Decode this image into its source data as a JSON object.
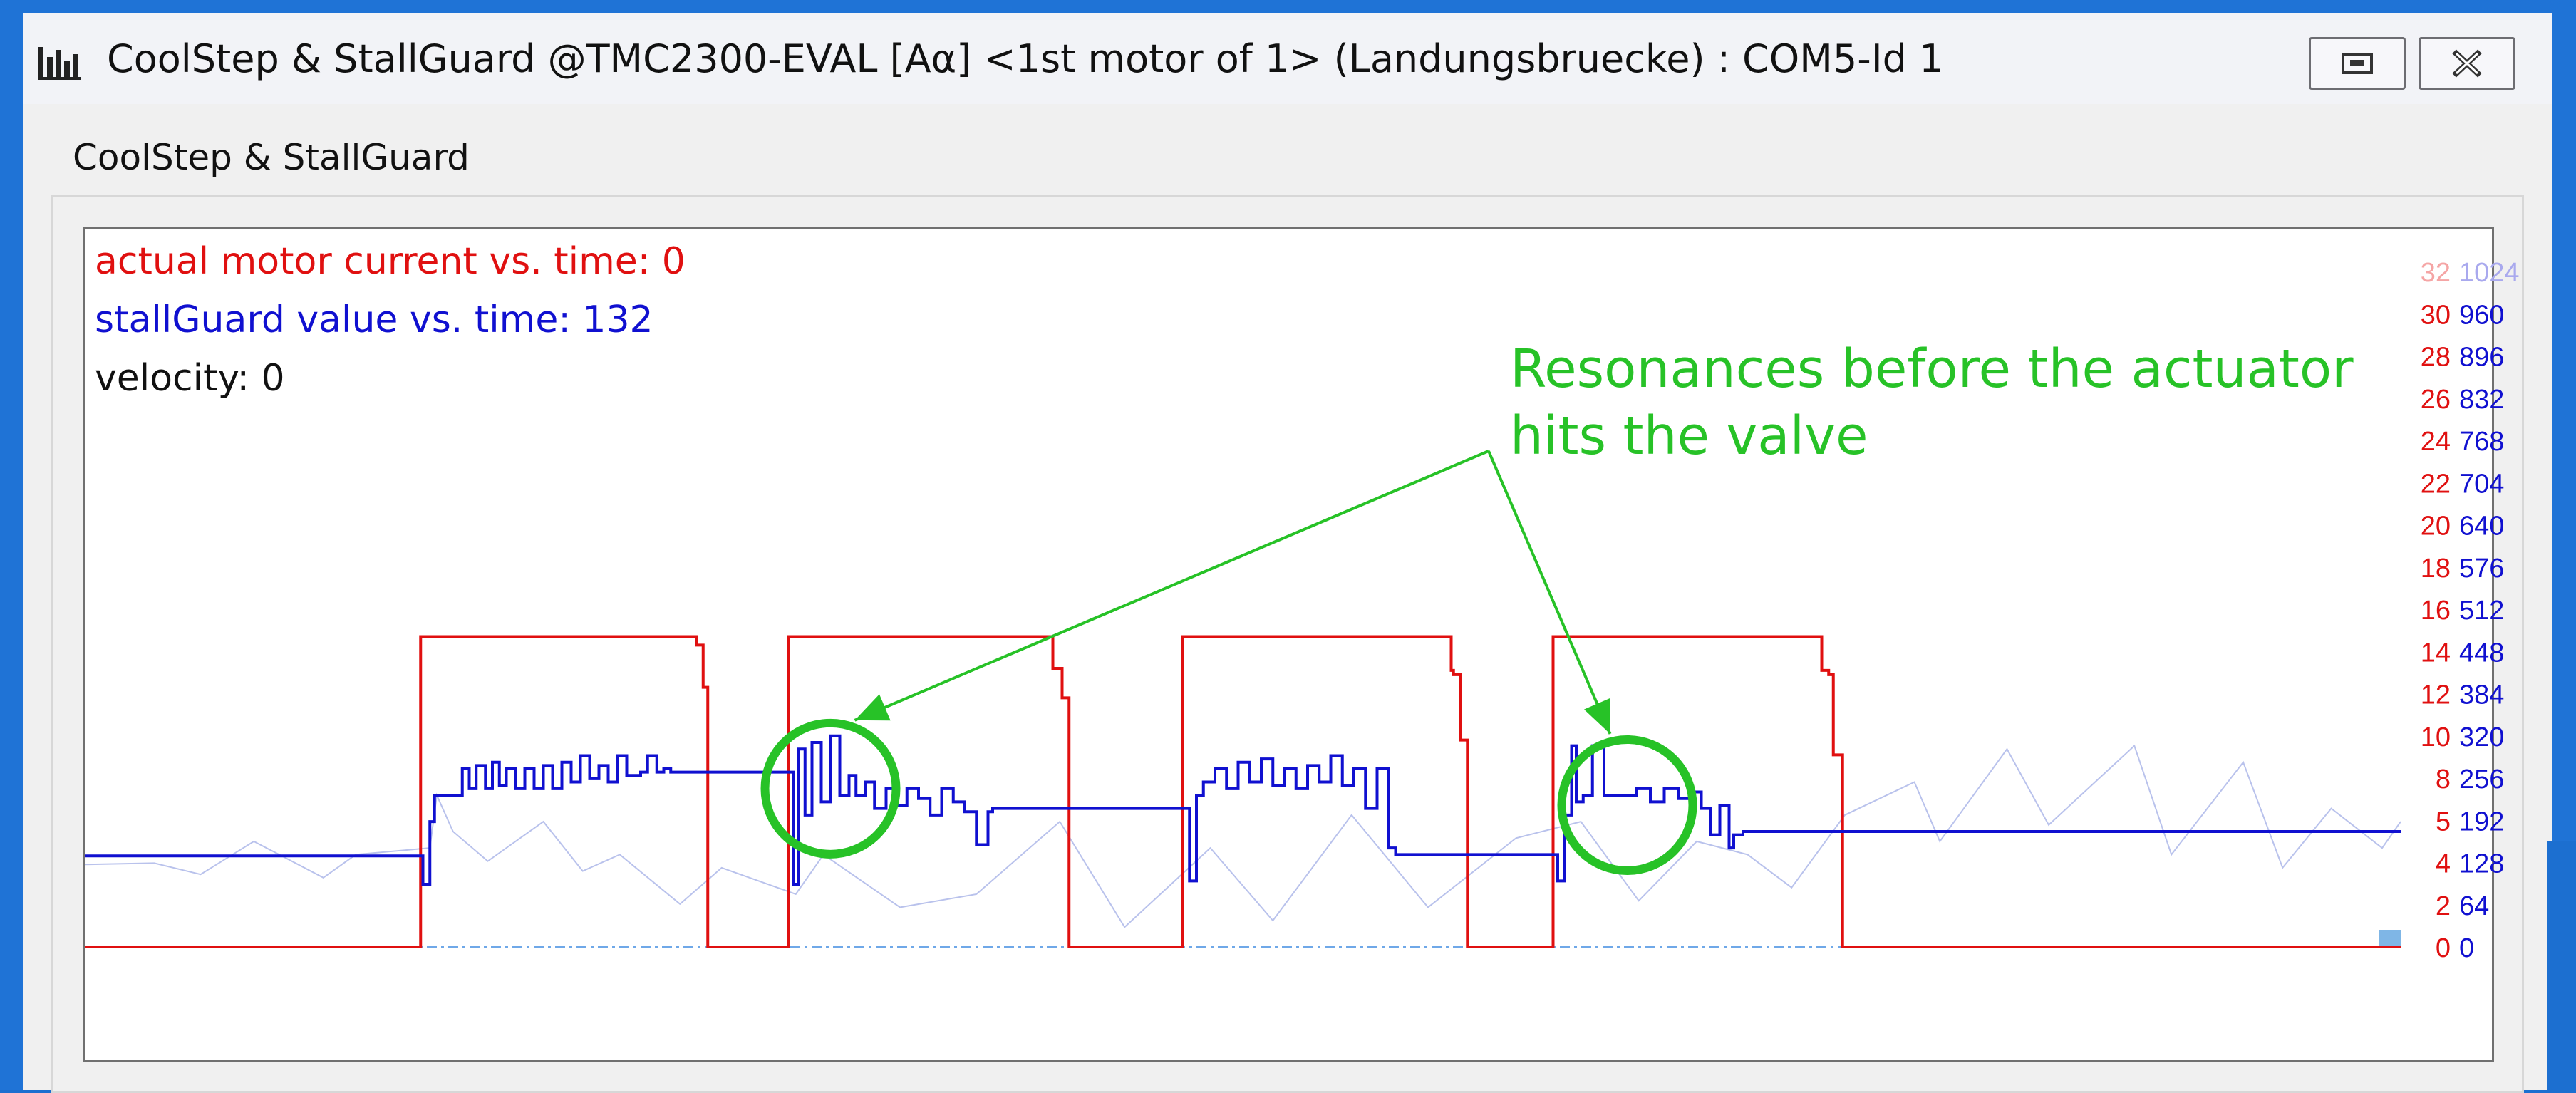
{
  "window": {
    "title": "CoolStep & StallGuard @TMC2300-EVAL [Aα] <1st motor of 1> (Landungsbruecke) : COM5-Id 1",
    "icon": "bar-chart-icon",
    "buttons": [
      {
        "name": "restore-button",
        "icon": "restore-icon"
      },
      {
        "name": "close-button",
        "icon": "close-icon"
      }
    ]
  },
  "group": {
    "label": "CoolStep & StallGuard"
  },
  "legend": {
    "current_label": "actual motor current vs. time: 0",
    "stallguard_label": "stallGuard value vs. time: 132",
    "velocity_label": "velocity: 0"
  },
  "annotation": {
    "line1": "Resonances before the actuator",
    "line2": "hits the valve"
  },
  "colors": {
    "current": "#e01010",
    "stallguard": "#1010d0",
    "velocity": "#b9c2ec",
    "annotation": "#27c227",
    "window_frame": "#1f73d6"
  },
  "chart_data": {
    "type": "line",
    "x_range": [
      0,
      100
    ],
    "axes": [
      {
        "name": "current",
        "range": [
          0,
          32
        ],
        "ticks": [
          0,
          2,
          4,
          6,
          8,
          10,
          12,
          14,
          16,
          18,
          20,
          22,
          24,
          26,
          28,
          30,
          32
        ],
        "tick_labels": [
          "0",
          "2",
          "4",
          "5",
          "8",
          "10",
          "12",
          "14",
          "16",
          "18",
          "20",
          "22",
          "24",
          "26",
          "28",
          "30",
          "32"
        ]
      },
      {
        "name": "stallguard",
        "range": [
          0,
          1024
        ],
        "ticks": [
          0,
          64,
          128,
          192,
          256,
          320,
          384,
          448,
          512,
          576,
          640,
          704,
          768,
          832,
          896,
          960,
          1024
        ],
        "tick_labels": [
          "0",
          "64",
          "128",
          "192",
          "256",
          "320",
          "384",
          "448",
          "512",
          "576",
          "640",
          "704",
          "768",
          "832",
          "896",
          "960",
          "1024"
        ]
      }
    ],
    "series": [
      {
        "name": "actual motor current vs. time",
        "axis": "current",
        "x": [
          0,
          14.5,
          14.5,
          26.1,
          26.4,
          26.7,
          26.9,
          30.4,
          30.4,
          41.7,
          41.8,
          42.2,
          42.5,
          42.6,
          47.4,
          47.4,
          59.0,
          59.1,
          59.4,
          59.7,
          59.8,
          63.4,
          63.4,
          75.0,
          75.3,
          75.5,
          75.9,
          76.1,
          100
        ],
        "y": [
          0,
          0,
          14.7,
          14.7,
          14.3,
          12.3,
          0,
          0,
          14.7,
          14.7,
          13.2,
          11.8,
          0,
          0,
          14.7,
          14.7,
          13.1,
          12.9,
          9.8,
          0,
          0,
          14.7,
          14.7,
          13.1,
          12.9,
          9.1,
          0,
          0,
          0
        ]
      },
      {
        "name": "stallGuard value vs. time",
        "axis": "stallguard",
        "x": [
          0,
          14.5,
          14.6,
          14.9,
          15.1,
          16,
          16.3,
          16.6,
          16.9,
          17.3,
          17.6,
          17.9,
          18.2,
          18.6,
          19.0,
          19.4,
          19.8,
          20.2,
          20.6,
          21.0,
          21.4,
          21.8,
          22.2,
          22.6,
          23.0,
          23.4,
          24.0,
          24.3,
          24.7,
          25.0,
          25.3,
          30.4,
          30.6,
          30.8,
          31.1,
          31.4,
          31.8,
          32.2,
          32.6,
          33.0,
          33.3,
          33.7,
          34.1,
          34.6,
          35.0,
          35.5,
          36.0,
          36.5,
          37.0,
          37.5,
          38.0,
          38.5,
          39.0,
          39.2,
          39.6,
          40.0,
          40.4,
          41.0,
          47.4,
          47.7,
          48.0,
          48.3,
          48.8,
          49.3,
          49.8,
          50.3,
          50.8,
          51.3,
          51.8,
          52.3,
          52.8,
          53.3,
          53.8,
          54.3,
          54.8,
          55.3,
          55.8,
          56.3,
          56.6,
          57.0,
          57.3,
          57.6,
          63.4,
          63.6,
          63.9,
          64.2,
          64.4,
          64.7,
          65.1,
          65.6,
          66.0,
          66.4,
          67.0,
          67.6,
          68.2,
          68.8,
          69.4,
          69.8,
          70.2,
          70.6,
          71.0,
          71.2,
          71.6,
          72.0,
          100
        ],
        "y": [
          138,
          138,
          95,
          190,
          230,
          230,
          270,
          240,
          275,
          240,
          280,
          245,
          270,
          240,
          270,
          240,
          275,
          240,
          280,
          250,
          290,
          255,
          275,
          250,
          290,
          260,
          265,
          290,
          265,
          270,
          265,
          265,
          95,
          300,
          200,
          310,
          220,
          320,
          230,
          260,
          230,
          250,
          210,
          240,
          215,
          240,
          225,
          200,
          240,
          220,
          205,
          155,
          205,
          210,
          210,
          210,
          210,
          210,
          210,
          100,
          230,
          250,
          270,
          240,
          280,
          250,
          285,
          245,
          270,
          240,
          275,
          250,
          290,
          245,
          270,
          210,
          270,
          150,
          140,
          140,
          140,
          140,
          140,
          100,
          200,
          305,
          220,
          230,
          305,
          230,
          230,
          230,
          240,
          220,
          240,
          225,
          235,
          210,
          170,
          215,
          150,
          170,
          175,
          175,
          175
        ]
      },
      {
        "name": "velocity",
        "axis": "stallguard",
        "x": [
          0,
          3,
          5,
          7.3,
          10.3,
          11.7,
          14.9,
          15.2,
          15.9,
          17.4,
          19.8,
          21.5,
          23.1,
          25.7,
          27.5,
          30.7,
          31.9,
          35.2,
          38.5,
          42.1,
          44.9,
          48.6,
          51.3,
          54.7,
          58.0,
          61.8,
          64.6,
          67.1,
          69.6,
          71.8,
          73.7,
          76.0,
          79.0,
          80.1,
          83.0,
          84.8,
          88.5,
          90.1,
          93.2,
          94.9,
          97.0,
          99.2,
          100
        ],
        "y": [
          125,
          127,
          110,
          160,
          105,
          140,
          150,
          230,
          175,
          130,
          190,
          115,
          140,
          65,
          120,
          80,
          140,
          60,
          80,
          190,
          30,
          150,
          40,
          200,
          60,
          165,
          190,
          70,
          160,
          140,
          90,
          200,
          250,
          160,
          300,
          185,
          305,
          140,
          280,
          120,
          210,
          150,
          190
        ]
      }
    ],
    "annotations": [
      "Resonances before the actuator hits the valve"
    ]
  }
}
